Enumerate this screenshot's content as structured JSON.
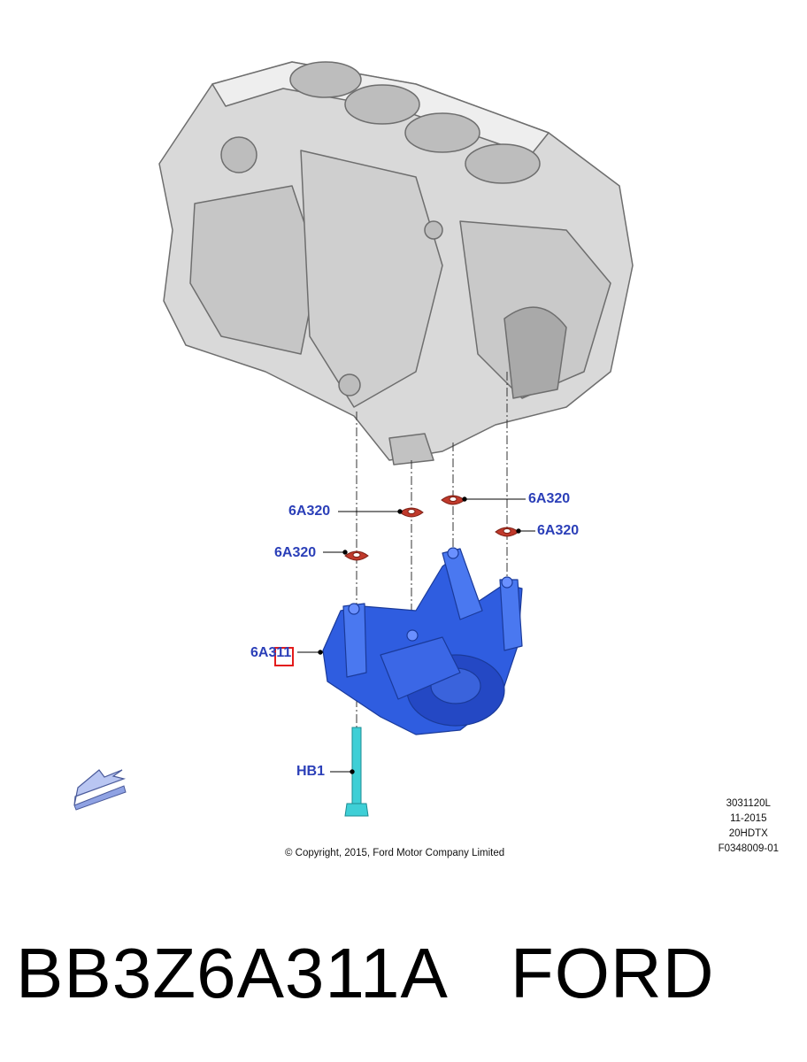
{
  "callouts": {
    "retainer_1": "6A320",
    "retainer_2": "6A320",
    "retainer_3": "6A320",
    "retainer_4": "6A320",
    "pump": "6A311",
    "bolt": "HB1"
  },
  "meta": {
    "line1": "3031120L",
    "line2": "11-2015",
    "line3": "20HDTX",
    "line4": "F0348009-01"
  },
  "copyright": "© Copyright, 2015, Ford Motor Company Limited",
  "footer": {
    "part_number": "BB3Z6A311A",
    "brand": "FORD"
  },
  "colors": {
    "label": "#2b3fb8",
    "pump": "#2f5de0",
    "retainer": "#c0392b",
    "bolt": "#3ecfd6",
    "block": "#d9d9d9",
    "highlight": "#e31b1b"
  }
}
